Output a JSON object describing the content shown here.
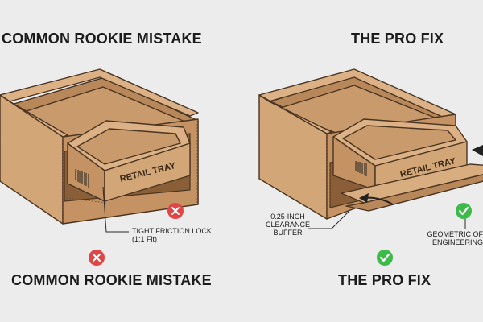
{
  "headings": {
    "left_top": "COMMON ROOKIE MISTAKE",
    "right_top": "THE PRO FIX",
    "left_bottom": "COMMON ROOKIE MISTAKE",
    "right_bottom": "THE PRO FIX"
  },
  "labels": {
    "tray_left": "RETAIL TRAY",
    "tray_right": "RETAIL TRAY",
    "friction_line1": "TIGHT FRICTION LOCK",
    "friction_line2": "(1:1 Fit)",
    "clearance_line1": "0.25-INCH",
    "clearance_line2": "CLEARANCE",
    "clearance_line3": "BUFFER",
    "geometric_line1": "GEOMETRIC OF",
    "geometric_line2": "ENGINEERING"
  },
  "colors": {
    "background": "#ececec",
    "cardboard_light": "#d3a678",
    "cardboard_mid": "#c49263",
    "cardboard_dark": "#a8764a",
    "outline": "#4a3522",
    "error_red": "#e04646",
    "success_green": "#3dba4a"
  },
  "icons": [
    "error-x-icon",
    "success-check-icon",
    "barcode-icon",
    "arrow-icon"
  ]
}
